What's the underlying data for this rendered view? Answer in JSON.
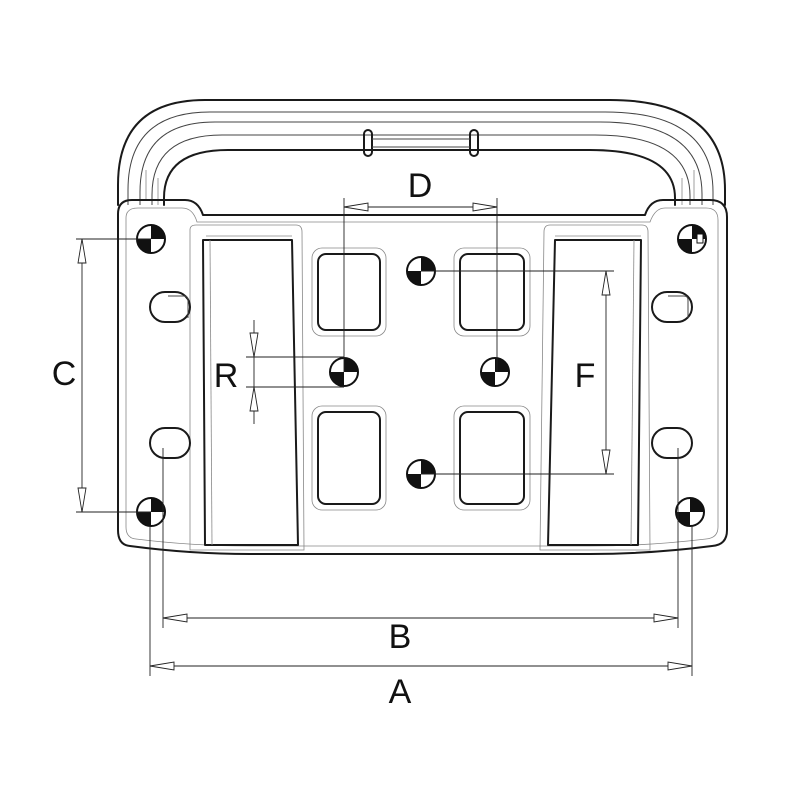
{
  "labels": {
    "A": "A",
    "B": "B",
    "C": "C",
    "D": "D",
    "F": "F",
    "R": "R"
  }
}
